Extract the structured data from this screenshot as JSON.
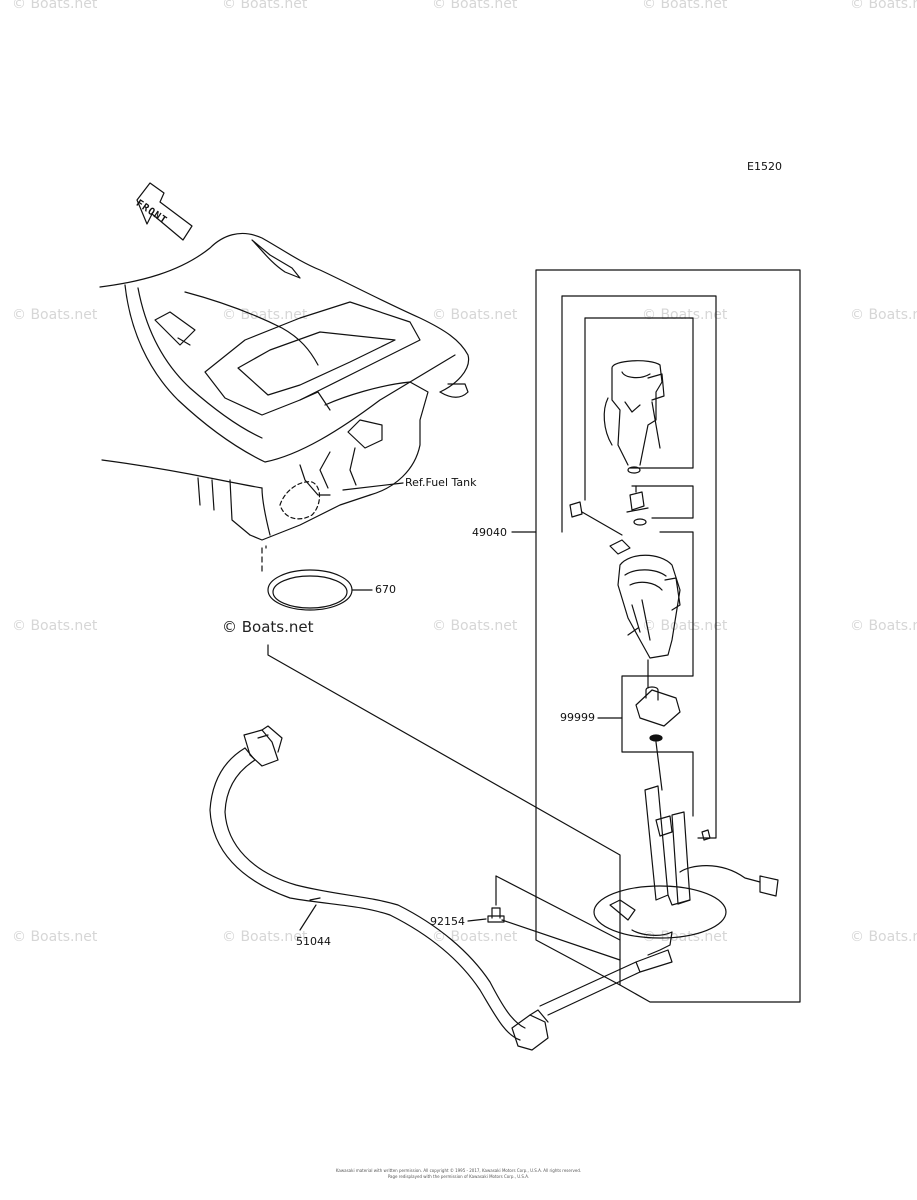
{
  "diagram_code": "E1520",
  "front_label": "FRONT",
  "watermarks": {
    "text": "© Boats.net",
    "strong_text": "© Boats.net"
  },
  "callouts": {
    "fuel_tank_ref": "Ref.Fuel Tank",
    "gasket": "670",
    "pump_assembly": "49040",
    "cap": "99999",
    "bolt": "92154",
    "hose": "51044"
  },
  "footer": {
    "line1": "Kawasaki material with written permission. All copyright © 1995 - 2017, Kawasaki Motors Corp., U.S.A. All rights reserved.",
    "line2": "Page redisplayed with the permission of Kawasaki Motors Corp., U.S.A."
  }
}
